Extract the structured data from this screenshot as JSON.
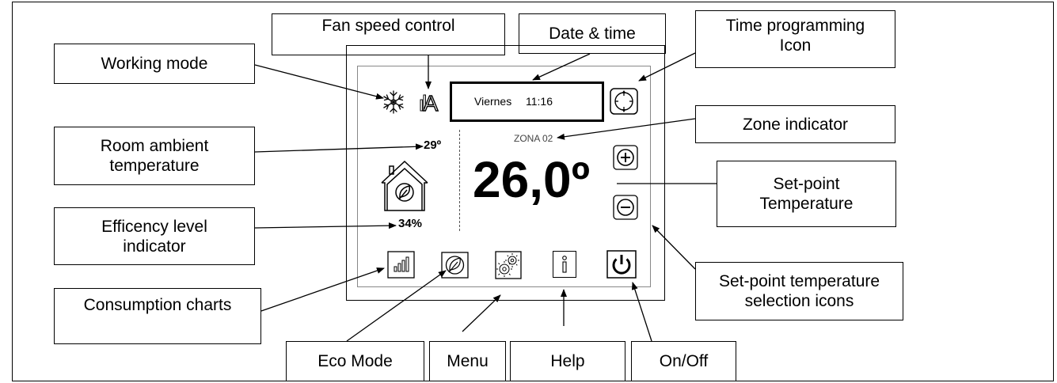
{
  "labels": {
    "working_mode": "Working mode",
    "fan_speed": "Fan speed control",
    "date_time": "Date & time",
    "time_programming_1": "Time programming",
    "time_programming_2": "Icon",
    "zone_indicator": "Zone indicator",
    "room_temp_1": "Room ambient",
    "room_temp_2": "temperature",
    "setpoint_temp_1": "Set-point",
    "setpoint_temp_2": "Temperature",
    "efficiency_1": "Efficency level",
    "efficiency_2": "indicator",
    "setpoint_sel_1": "Set-point temperature",
    "setpoint_sel_2": "selection icons",
    "consumption": "Consumption charts",
    "eco_mode": "Eco Mode",
    "menu": "Menu",
    "help": "Help",
    "on_off": "On/Off"
  },
  "screen": {
    "day": "Viernes",
    "time": "11:16",
    "zone": "ZONA 02",
    "room_temp": "29º",
    "setpoint": "26,0º",
    "efficiency": "34%",
    "fan_mode_letter": "A",
    "help_glyph": "i"
  },
  "icons": [
    "snowflake-icon",
    "fan-auto-icon",
    "clock-program-icon",
    "plus-icon",
    "minus-icon",
    "house-leaf-icon",
    "bar-chart-icon",
    "leaf-icon",
    "gears-icon",
    "info-icon",
    "power-icon"
  ]
}
